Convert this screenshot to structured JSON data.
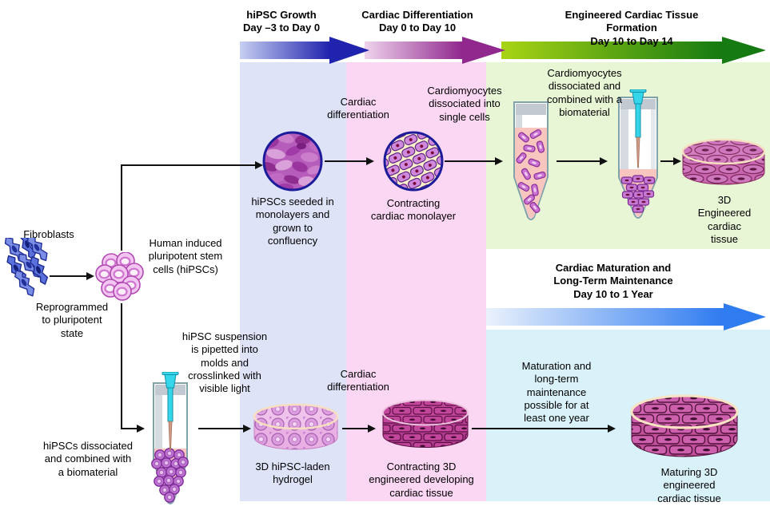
{
  "timeline": {
    "phases": [
      {
        "id": "hipsc-growth",
        "label": "hiPSC Growth\nDay –3 to Day 0",
        "color": "#2023ad"
      },
      {
        "id": "cardiac-differentiation",
        "label": "Cardiac Differentiation\nDay 0 to Day 10",
        "color": "#90288e"
      },
      {
        "id": "ett-formation",
        "label": "Engineered Cardiac Tissue Formation\nDay 10 to Day 14",
        "color": "#157a11"
      },
      {
        "id": "maturation",
        "label": "Cardiac Maturation and\nLong-Term Maintenance\nDay 10 to 1 Year",
        "color": "#2f7bf0"
      }
    ]
  },
  "labels": {
    "fibroblasts": "Fibroblasts",
    "reprogrammed": "Reprogrammed\nto pluripotent\nstate",
    "hipscs": "Human induced\npluripotent stem\ncells (hiPSCs)",
    "cardiac_diff_top": "Cardiac\ndifferentiation",
    "seeded": "hiPSCs seeded in\nmonolayers and\ngrown to\nconfluency",
    "contracting_monolayer": "Contracting\ncardiac monolayer",
    "dissociated_single": "Cardiomyocytes\ndissociated into\nsingle cells",
    "dissociated_biomaterial_top": "Cardiomyocytes\ndissociated and\ncombined with a\nbiomaterial",
    "ett_3d": "3D Engineered\ncardiac tissue",
    "suspension": "hiPSC suspension\nis pipetted into\nmolds and\ncrosslinked with\nvisible light",
    "dissociated_biomaterial_bottom": "hiPSCs dissociated\nand combined with\na biomaterial",
    "hydrogel": "3D hiPSC-laden\nhydrogel",
    "cardiac_diff_bottom": "Cardiac\ndifferentiation",
    "contracting_3d": "Contracting 3D\nengineered developing\ncardiac tissue",
    "maturation_note": "Maturation and\nlong-term\nmaintenance\npossible for at\nleast one year",
    "maturing_3d": "Maturing 3D\nengineered\ncardiac tissue"
  },
  "colors": {
    "panel_hipsc_growth": "#dfe3f8",
    "panel_cardiac_differentiation": "#fbd7f3",
    "panel_ett_formation": "#e8f6d6",
    "panel_maturation": "#d9f1f9",
    "arrow_growth_dark": "#2023ad",
    "arrow_differentiation_dark": "#90288e",
    "arrow_formation_dark": "#157a11",
    "arrow_maturation_blue": "#2f7bf0",
    "fibroblast_blue": "#7b8ee6",
    "hipsc_pink": "#f3c6f1",
    "monolayer_purple": "#b65cba",
    "tissue_magenta": "#c2479c",
    "pipette_cyan": "#35d6ea",
    "liquid_pink": "#f9c6bf"
  }
}
